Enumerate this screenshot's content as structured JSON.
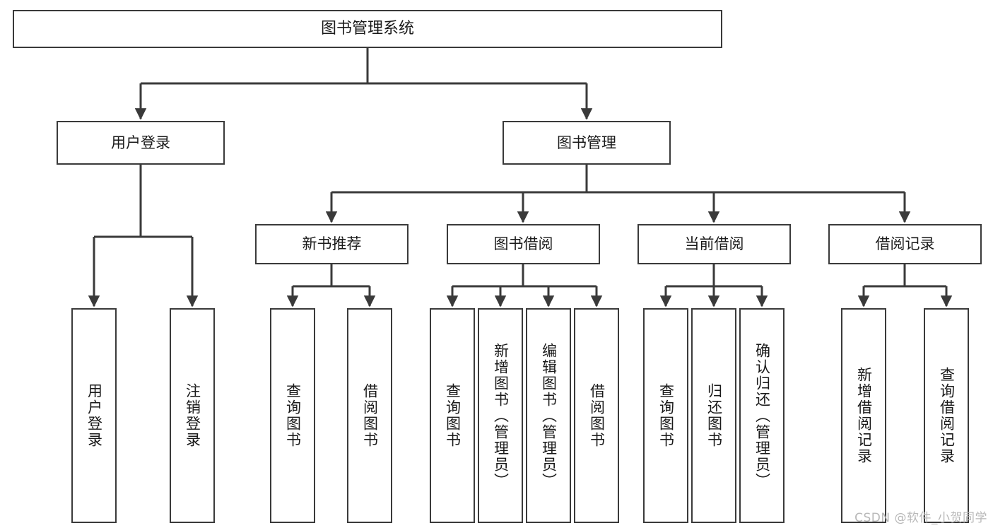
{
  "diagram": {
    "title": "图书管理系统",
    "type": "tree",
    "colors": {
      "border": "#3a3a3a",
      "node_fill": "#ffffff",
      "text": "#1a1a1a",
      "edge": "#3a3a3a",
      "watermark": "#b8b8b8",
      "canvas": "#ffffff"
    },
    "watermark": "CSDN @软件_小贺同学",
    "nodes": {
      "root": {
        "label": "图书管理系统"
      },
      "level1": [
        {
          "id": "user-login",
          "label": "用户登录"
        },
        {
          "id": "book-manage",
          "label": "图书管理"
        }
      ],
      "level2": [
        {
          "id": "new-book-recommend",
          "label": "新书推荐"
        },
        {
          "id": "book-borrow",
          "label": "图书借阅"
        },
        {
          "id": "current-borrow",
          "label": "当前借阅"
        },
        {
          "id": "borrow-record",
          "label": "借阅记录"
        }
      ],
      "leaves": {
        "user-login": [
          {
            "id": "leaf-user-login",
            "label": "用户登录"
          },
          {
            "id": "leaf-logout",
            "label": "注销登录"
          }
        ],
        "new-book-recommend": [
          {
            "id": "leaf-query-book-1",
            "label": "查询图书"
          },
          {
            "id": "leaf-borrow-book-1",
            "label": "借阅图书"
          }
        ],
        "book-borrow": [
          {
            "id": "leaf-query-book-2",
            "label": "查询图书"
          },
          {
            "id": "leaf-add-book",
            "label": "新增图书（管理员）"
          },
          {
            "id": "leaf-edit-book",
            "label": "编辑图书（管理员）"
          },
          {
            "id": "leaf-borrow-book-2",
            "label": "借阅图书"
          }
        ],
        "current-borrow": [
          {
            "id": "leaf-query-book-3",
            "label": "查询图书"
          },
          {
            "id": "leaf-return-book",
            "label": "归还图书"
          },
          {
            "id": "leaf-confirm-return",
            "label": "确认归还（管理员）"
          }
        ],
        "borrow-record": [
          {
            "id": "leaf-add-record",
            "label": "新增借阅记录"
          },
          {
            "id": "leaf-query-record",
            "label": "查询借阅记录"
          }
        ]
      }
    }
  }
}
